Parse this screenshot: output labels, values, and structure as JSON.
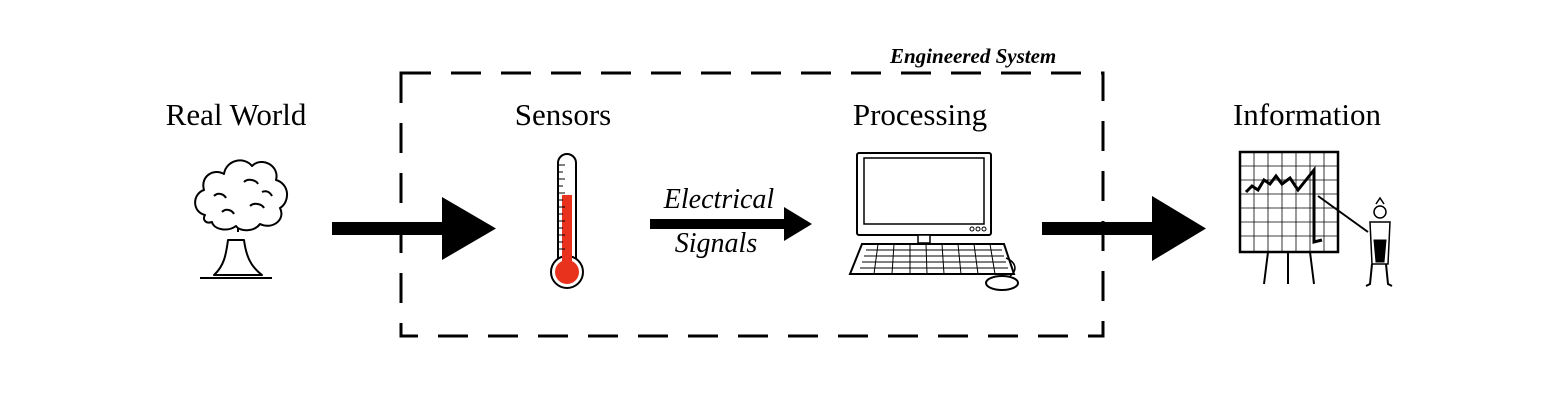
{
  "diagram": {
    "stages": {
      "real_world": "Real World",
      "sensors": "Sensors",
      "processing": "Processing",
      "information": "Information"
    },
    "boundary_label": "Engineered System",
    "signal_label_line1": "Electrical",
    "signal_label_line2": "Signals",
    "icons": [
      "tree-icon",
      "thermometer-icon",
      "computer-icon",
      "presentation-chart-icon"
    ],
    "colors": {
      "thermometer_fill": "#e8321e",
      "ink": "#000000"
    }
  }
}
